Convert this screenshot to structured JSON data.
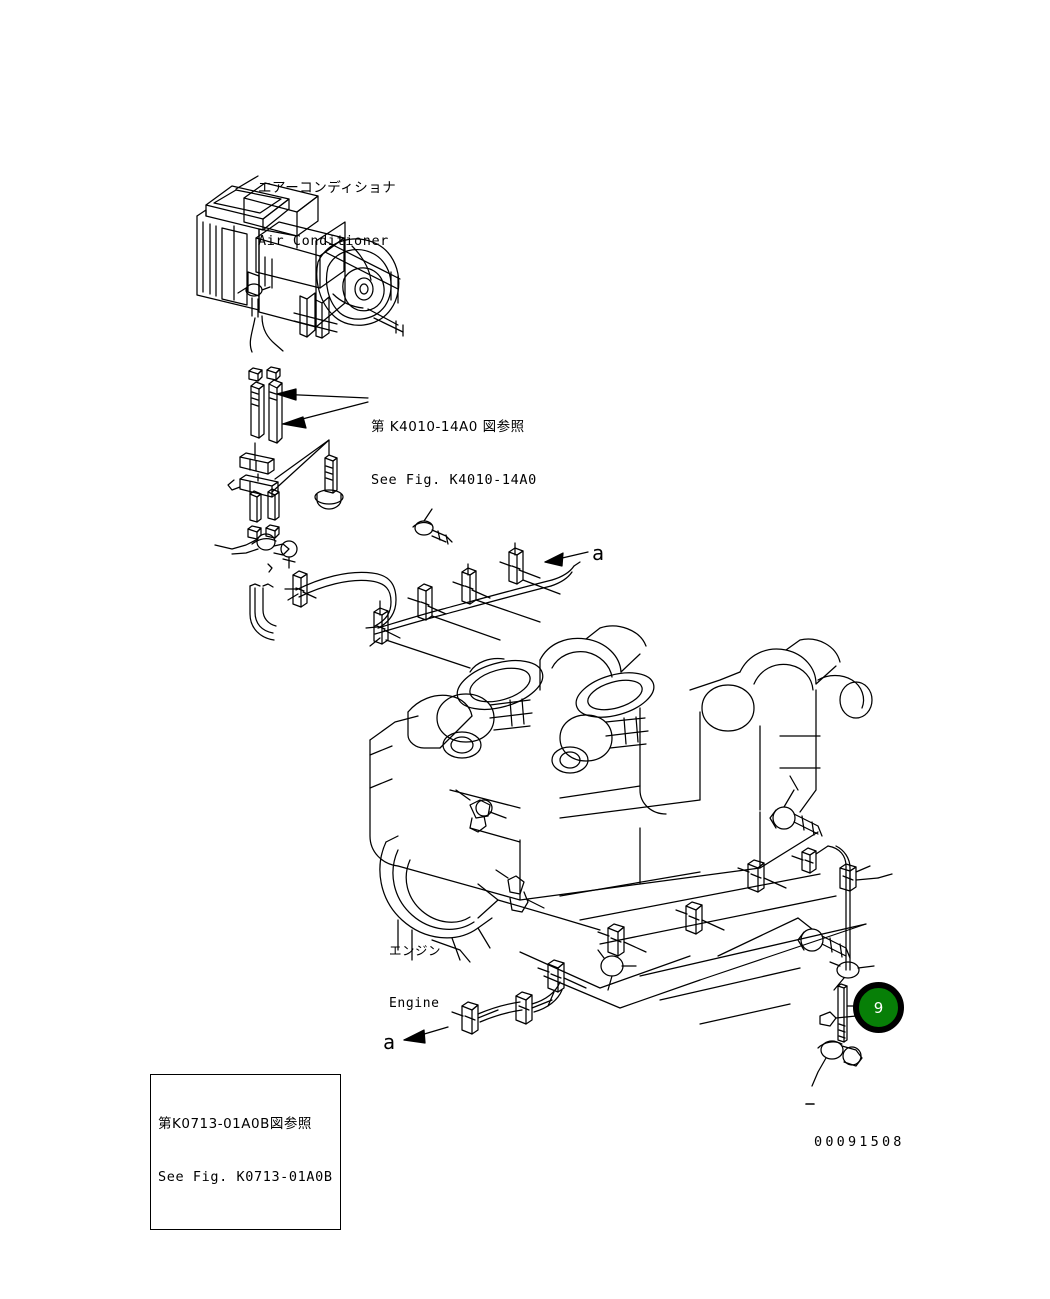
{
  "sheet": {
    "background_color": "#ffffff",
    "line_color": "#000000",
    "drawing_number": "00091508"
  },
  "labels": {
    "air_conditioner": {
      "jp": "エアーコンディショナ",
      "en": "Air Conditioner"
    },
    "engine": {
      "jp": "エンジン",
      "en": "Engine"
    },
    "reference_upper": {
      "jp": "第 K4010-14A0 図参照",
      "en": "See Fig. K4010-14A0"
    },
    "reference_boxed": {
      "jp": "第K0713-01A0B図参照",
      "en": "See Fig. K0713-01A0B"
    }
  },
  "section_marks": {
    "top": "a",
    "bottom": "a"
  },
  "callouts": [
    {
      "number": "9",
      "fill_color": "#077f07",
      "ring_color": "#000000",
      "text_color": "#ffffff"
    }
  ]
}
